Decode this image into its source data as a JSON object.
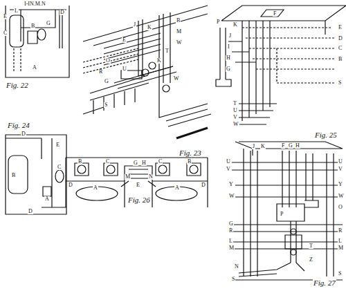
{
  "diagram": {
    "labels": [
      "I-IN.M.N",
      "L",
      "E",
      "C",
      "B",
      "G",
      "D",
      "A",
      "Fig. 22",
      "J",
      "K",
      "B",
      "M",
      "W",
      "T",
      "E",
      "O",
      "R",
      "G",
      "S",
      "U",
      "K",
      "W",
      "P",
      "Fig. 23",
      "D",
      "E",
      "B",
      "C",
      "A",
      "D",
      "Fig. 24",
      "F",
      "K",
      "J",
      "I",
      "H",
      "G",
      "E",
      "D",
      "C",
      "B",
      "S",
      "T",
      "U",
      "V",
      "W",
      "Fig. 25",
      "D",
      "B",
      "C",
      "G",
      "H",
      "C",
      "B",
      "D",
      "E",
      "M",
      "N",
      "A",
      "A",
      "Fig. 26",
      "F",
      "G",
      "H",
      "J",
      "K",
      "U",
      "V",
      "Y",
      "W",
      "U",
      "V",
      "Y",
      "W",
      "O",
      "P",
      "G",
      "R",
      "L",
      "M",
      "N",
      "S",
      "R",
      "L",
      "M",
      "S",
      "T",
      "Z",
      "Fig. 27"
    ]
  }
}
